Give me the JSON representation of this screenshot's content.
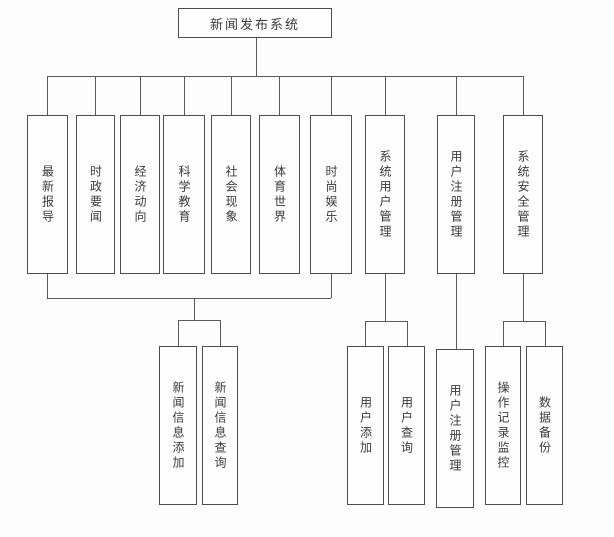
{
  "diagram": {
    "title": "新闻发布系统",
    "level1": [
      {
        "label": "最新报导"
      },
      {
        "label": "时政要闻"
      },
      {
        "label": "经济动向"
      },
      {
        "label": "科学教育"
      },
      {
        "label": "社会现象"
      },
      {
        "label": "体育世界"
      },
      {
        "label": "时尚娱乐"
      },
      {
        "label": "系统用户管理"
      },
      {
        "label": "用户注册管理"
      },
      {
        "label": "系统安全管理"
      }
    ],
    "level2": [
      {
        "label": "新闻信息添加"
      },
      {
        "label": "新闻信息查询"
      },
      {
        "label": "用户添加"
      },
      {
        "label": "用户查询"
      },
      {
        "label": "用户注册管理"
      },
      {
        "label": "操作记录监控"
      },
      {
        "label": "数据备份"
      }
    ],
    "colors": {
      "background": "#fdfdfd",
      "box_fill": "#fefefe",
      "box_border": "#4d4d4d",
      "line": "#5a5a5a",
      "text": "#3a3a3a"
    }
  }
}
